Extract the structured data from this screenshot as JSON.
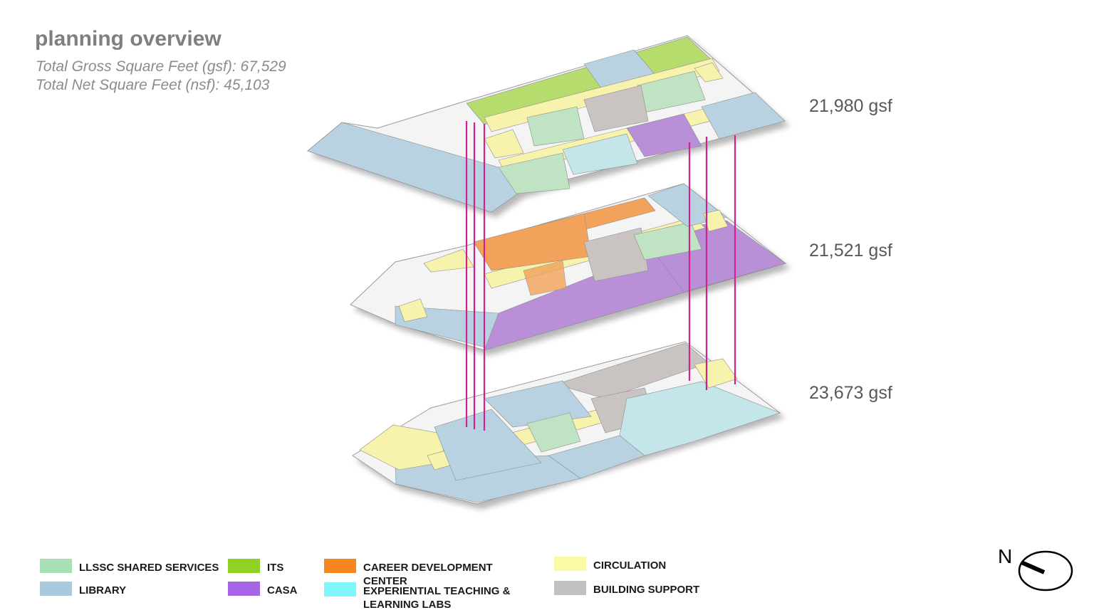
{
  "header": {
    "title": "planning overview",
    "subtitle_gsf": "Total Gross Square Feet (gsf): 67,529",
    "subtitle_nsf": "Total Net Square Feet (nsf): 45,103"
  },
  "floors": [
    {
      "area": "21,980 gsf"
    },
    {
      "area": "21,521 gsf"
    },
    {
      "area": "23,673 gsf"
    }
  ],
  "legend": [
    {
      "label": "LLSSC SHARED SERVICES",
      "color": "#a8dfb4"
    },
    {
      "label": "LIBRARY",
      "color": "#a9c9dc"
    },
    {
      "label": "ITS",
      "color": "#8fd124"
    },
    {
      "label": "CASA",
      "color": "#a764e6"
    },
    {
      "label": "CAREER DEVELOPMENT CENTER",
      "color": "#f7861f"
    },
    {
      "label": "EXPERIENTIAL TEACHING & LEARNING LABS",
      "color": "#7ff6fb"
    },
    {
      "label": "CIRCULATION",
      "color": "#fbf8a6"
    },
    {
      "label": "BUILDING SUPPORT",
      "color": "#c2c0bf"
    }
  ],
  "colors": {
    "shared": "#bfe3c3",
    "library": "#b9d2e2",
    "its": "#b6dc6e",
    "casa": "#b98fd8",
    "career": "#f2a25a",
    "labs": "#c4e6ea",
    "circulation": "#f7f2ac",
    "support": "#c9c4c2",
    "connector": "#d0218c"
  },
  "compass": {
    "label": "N"
  }
}
